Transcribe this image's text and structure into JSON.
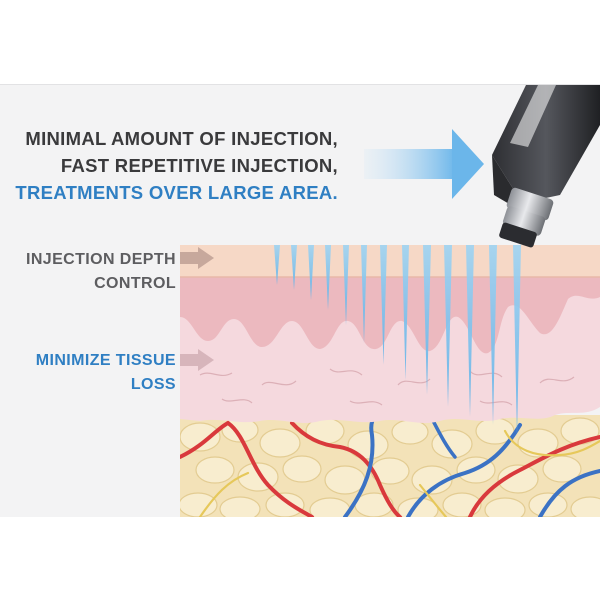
{
  "headline": {
    "line1": "MINIMAL AMOUNT OF INJECTION,",
    "line2": "FAST REPETITIVE INJECTION,",
    "line3": "TREATMENTS OVER LARGE AREA."
  },
  "labels": {
    "depth_line1": "INJECTION DEPTH",
    "depth_line2": "CONTROL",
    "tissue_line1": "MINIMIZE TISSUE",
    "tissue_line2": "LOSS"
  },
  "colors": {
    "accent_blue": "#2f7fc3",
    "dark_text": "#3a3a3c",
    "epidermis": "#f6d8c6",
    "dermis": "#f5d9de",
    "fat": "#f3e2b8",
    "needle": "#7fc4ef",
    "artery": "#d9393c",
    "vein": "#3b72c4",
    "nerve": "#e6c85a"
  },
  "icons": {
    "device": "injector-handpiece-icon",
    "arrow": "arrow-right-icon"
  }
}
